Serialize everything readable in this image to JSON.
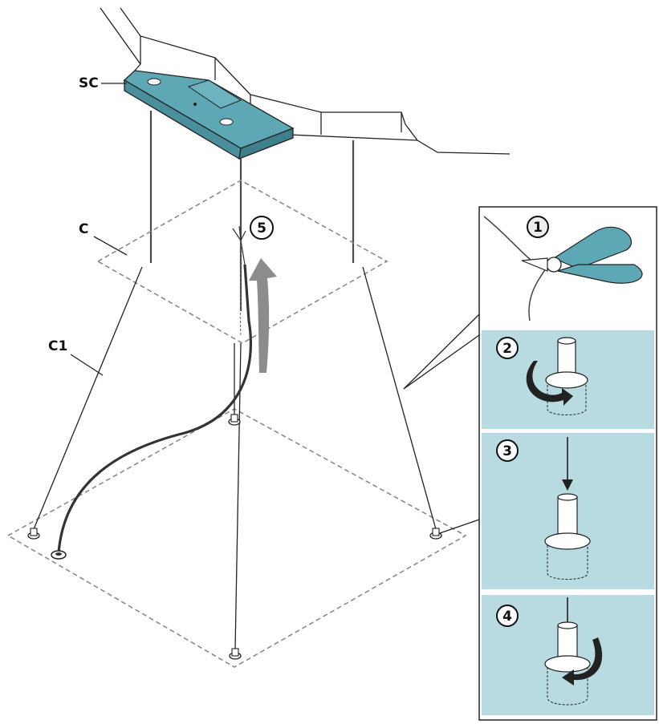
{
  "labels": {
    "canopy": "SC",
    "frame_upper": "C",
    "cable": "C1"
  },
  "steps": [
    "1",
    "2",
    "3",
    "4",
    "5"
  ],
  "colors": {
    "accent": "#5ea8b5",
    "accent_light": "#b8dbe1",
    "line": "#222222",
    "dashed": "#8a8a8a",
    "arrow_gray": "#8c8c8c"
  }
}
